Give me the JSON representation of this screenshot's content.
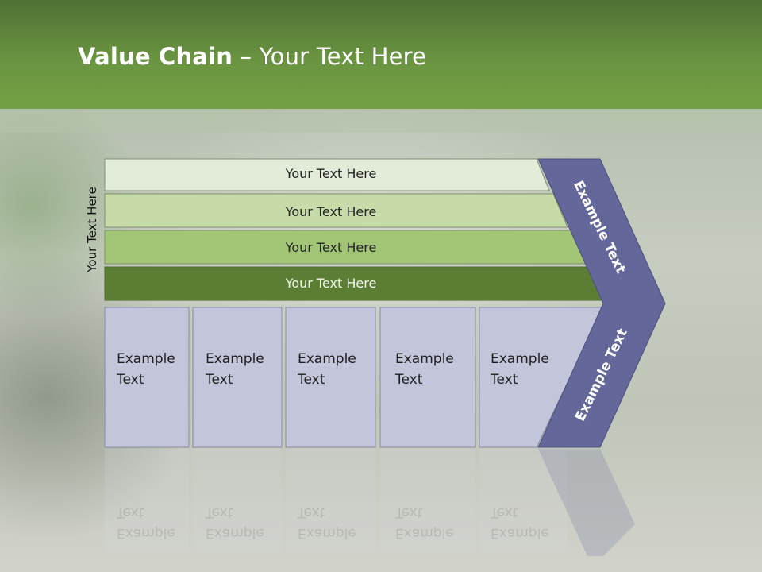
{
  "slide": {
    "title_bold": "Value Chain",
    "title_rest": " – Your Text Here",
    "side_label": "Your Text Here"
  },
  "bands": [
    {
      "label": "Your Text Here",
      "color": "#e3ecd8"
    },
    {
      "label": "Your Text Here",
      "color": "#c6dba8"
    },
    {
      "label": "Your Text Here",
      "color": "#a2c576"
    },
    {
      "label": "Your Text Here",
      "color": "#5b7e34"
    }
  ],
  "cards": [
    {
      "line1": "Example",
      "line2": "Text"
    },
    {
      "line1": "Example",
      "line2": "Text"
    },
    {
      "line1": "Example",
      "line2": "Text"
    },
    {
      "line1": "Example",
      "line2": "Text"
    },
    {
      "line1": "Example",
      "line2": "Text"
    }
  ],
  "chevron": {
    "upper_label": "Example Text",
    "lower_label": "Example Text",
    "color": "#63679a"
  },
  "colors": {
    "header_green": "#6a9441",
    "card_fill": "#c3c5da"
  }
}
